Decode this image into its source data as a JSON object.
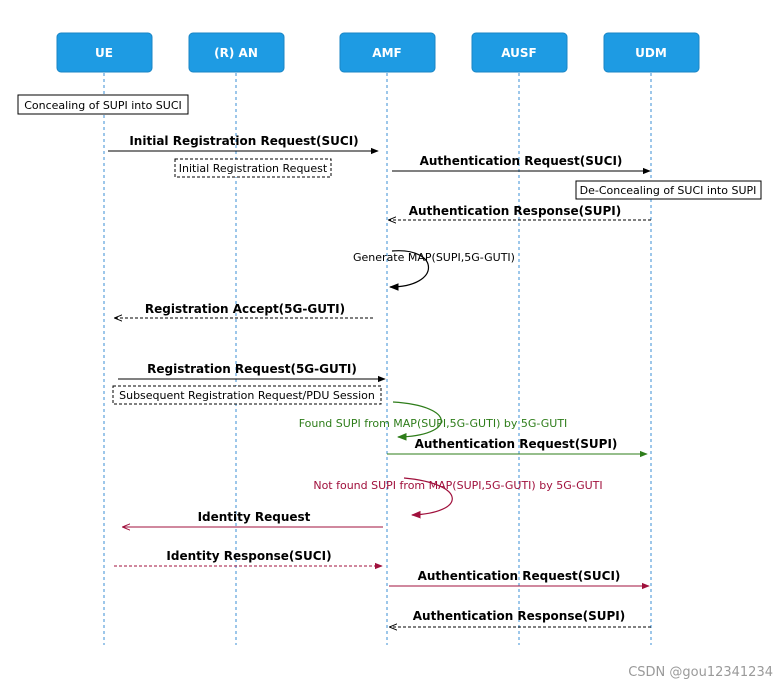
{
  "actors": [
    "UE",
    "(R) AN",
    "AMF",
    "AUSF",
    "UDM"
  ],
  "notes": {
    "concealing": "Concealing of SUPI into SUCI",
    "initial_reg": "Initial Registration Request",
    "deconcealing": "De-Concealing of SUCI into SUPI",
    "subsequent": "Subsequent Registration Request/PDU Session"
  },
  "messages": {
    "m1": "Initial Registration Request(SUCI)",
    "m2": "Authentication Request(SUCI)",
    "m3": "Authentication Response(SUPI)",
    "m4": "Generate MAP(SUPI,5G-GUTI)",
    "m5": "Registration Accept(5G-GUTI)",
    "m6": "Registration Request(5G-GUTI)",
    "m7": "Found SUPI from MAP(SUPI,5G-GUTI) by 5G-GUTI",
    "m8": "Authentication Request(SUPI)",
    "m9": "Not found SUPI from MAP(SUPI,5G-GUTI) by 5G-GUTI",
    "m10": "Identity Request",
    "m11": "Identity Response(SUCI)",
    "m12": "Authentication Request(SUCI)",
    "m13": "Authentication Response(SUPI)"
  },
  "colors": {
    "actor_fill": "#1e9be3",
    "lifeline": "#3b8fd6",
    "arrow_black": "#000000",
    "green": "#2e7d1a",
    "red": "#a0103c",
    "watermark": "#9a9a9a"
  },
  "watermark": "CSDN @gou12341234"
}
